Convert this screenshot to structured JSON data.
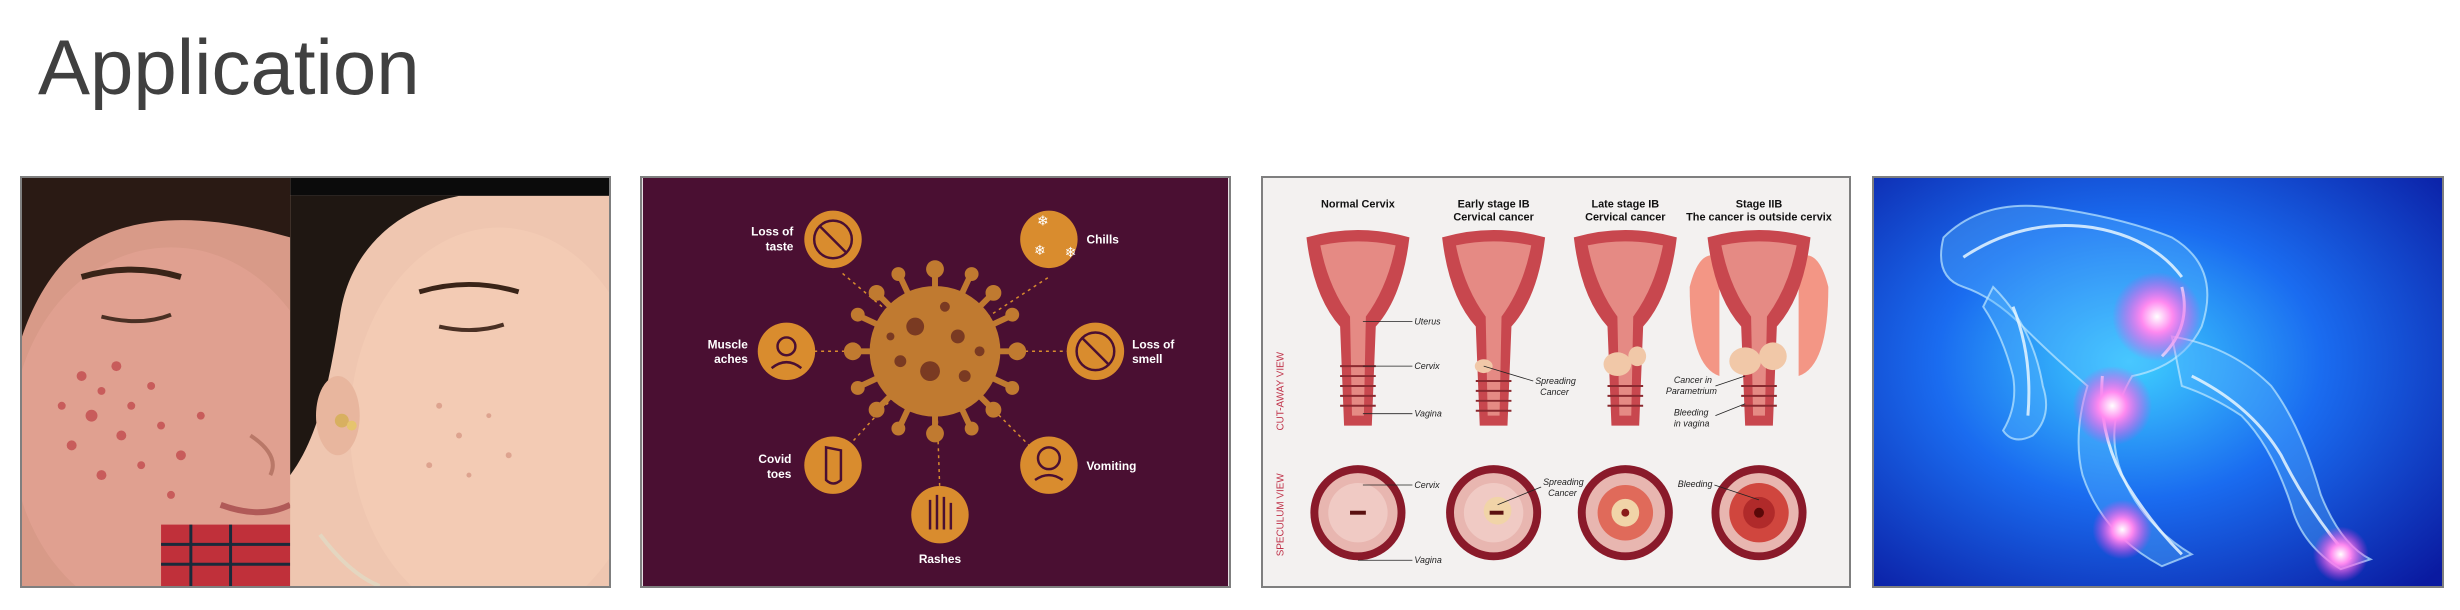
{
  "slide": {
    "title": "Application"
  },
  "covid": {
    "symptoms": [
      {
        "label": "Loss of taste",
        "line1": "Loss of",
        "line2": "taste"
      },
      {
        "label": "Chills",
        "line1": "Chills",
        "line2": ""
      },
      {
        "label": "Muscle aches",
        "line1": "Muscle",
        "line2": "aches"
      },
      {
        "label": "Loss of smell",
        "line1": "Loss of",
        "line2": "smell"
      },
      {
        "label": "Covid toes",
        "line1": "Covid",
        "line2": "toes"
      },
      {
        "label": "Vomiting",
        "line1": "Vomiting",
        "line2": ""
      },
      {
        "label": "Rashes",
        "line1": "Rashes",
        "line2": ""
      }
    ]
  },
  "cervix": {
    "headers": [
      {
        "line1": "Normal Cervix",
        "line2": ""
      },
      {
        "line1": "Early stage IB",
        "line2": "Cervical cancer"
      },
      {
        "line1": "Late stage IB",
        "line2": "Cervical cancer"
      },
      {
        "line1": "Stage IIB",
        "line2": "The cancer is outside cervix"
      }
    ],
    "side_labels": {
      "cutaway": "CUT-AWAY VIEW",
      "speculum": "SPECULUM VIEW"
    },
    "annotations": {
      "uterus": "Uterus",
      "cervix": "Cervix",
      "vagina": "Vagina",
      "spreading_cancer_1": "Spreading",
      "spreading_cancer_2": "Cancer",
      "cancer_in_1": "Cancer in",
      "cancer_in_2": "Parametrium",
      "bleeding_vagina_1": "Bleeding",
      "bleeding_vagina_2": "in vagina",
      "speculum_cervix": "Cervix",
      "speculum_vagina": "Vagina",
      "speculum_spreading_1": "Spreading",
      "speculum_spreading_2": "Cancer",
      "speculum_bleeding": "Bleeding"
    }
  },
  "colors": {
    "title": "#404040",
    "covid_bg": "#4a0f32",
    "covid_orange": "#d98c2e",
    "xray_blue": "#0a3ad8"
  }
}
